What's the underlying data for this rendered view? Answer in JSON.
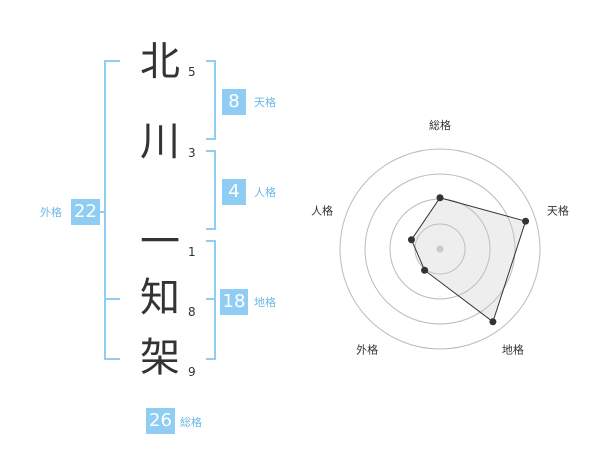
{
  "characters": [
    {
      "char": "北",
      "strokes": "5"
    },
    {
      "char": "川",
      "strokes": "3"
    },
    {
      "char": "一",
      "strokes": "1"
    },
    {
      "char": "知",
      "strokes": "8"
    },
    {
      "char": "架",
      "strokes": "9"
    }
  ],
  "kaku": {
    "tenkaku": {
      "value": "8",
      "label": "天格"
    },
    "jinkaku": {
      "value": "4",
      "label": "人格"
    },
    "chikaku": {
      "value": "18",
      "label": "地格"
    },
    "gaikaku": {
      "value": "22",
      "label": "外格"
    },
    "soukaku": {
      "value": "26",
      "label": "総格"
    }
  },
  "colors": {
    "accent": "#8fcdf2",
    "text": "#333333"
  },
  "chart_data": {
    "type": "radar",
    "axes": [
      "総格",
      "天格",
      "地格",
      "外格",
      "人格"
    ],
    "values": [
      26,
      8,
      18,
      22,
      4
    ],
    "scale_max": 4,
    "ring_count": 4,
    "scores": [
      2.05,
      3.6,
      3.6,
      1.05,
      1.2
    ]
  }
}
